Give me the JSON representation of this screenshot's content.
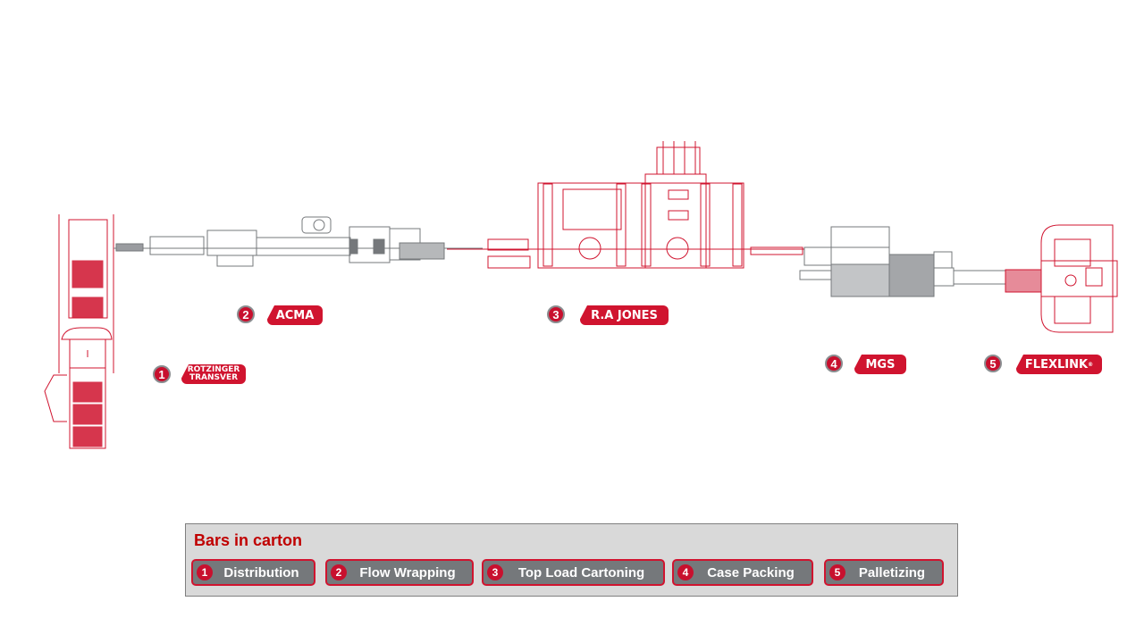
{
  "colors": {
    "accent": "#d0142f",
    "machine_gray": "#75787b",
    "title_red": "#c00000",
    "legend_bg": "#d9d9d9"
  },
  "machines": [
    {
      "number": "1",
      "brand_line1": "ROTZINGER",
      "brand_line2": "TRANSVER",
      "color": "red"
    },
    {
      "number": "2",
      "brand": "ACMA",
      "color": "gray"
    },
    {
      "number": "3",
      "brand": "R.A JONES",
      "color": "red"
    },
    {
      "number": "4",
      "brand": "MGS",
      "color": "gray"
    },
    {
      "number": "5",
      "brand": "FLEXLINK",
      "brand_mark": "®",
      "color": "red"
    }
  ],
  "legend": {
    "title": "Bars in carton",
    "steps": [
      {
        "number": "1",
        "label": "Distribution"
      },
      {
        "number": "2",
        "label": "Flow Wrapping"
      },
      {
        "number": "3",
        "label": "Top Load Cartoning"
      },
      {
        "number": "4",
        "label": "Case Packing"
      },
      {
        "number": "5",
        "label": "Palletizing"
      }
    ]
  }
}
